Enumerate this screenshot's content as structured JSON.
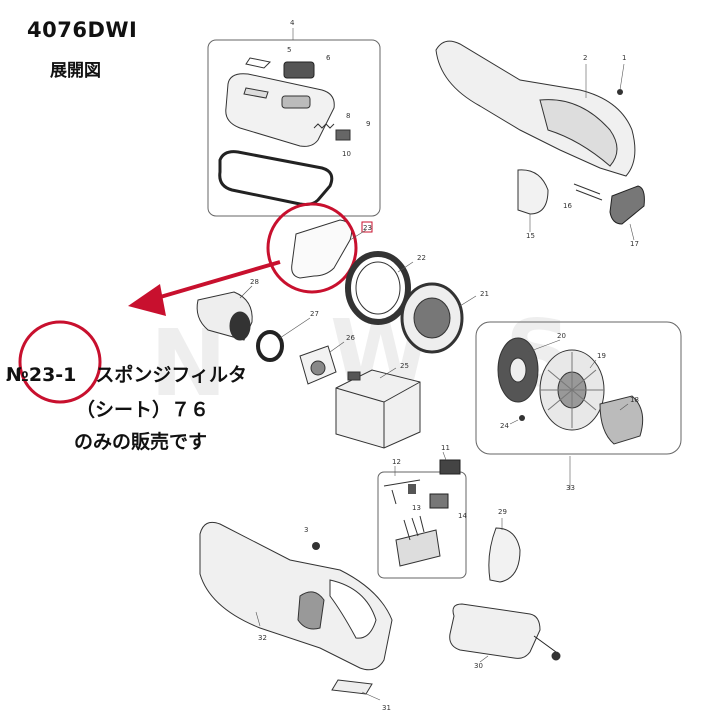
{
  "header": {
    "model": "4076DWI",
    "subtitle": "展開図"
  },
  "note": {
    "line1": "№23-1　スポンジフィルタ",
    "line2": "（シート）７６",
    "line3": "のみの販売です"
  },
  "watermark": {
    "letters": [
      "N",
      "W",
      "S"
    ]
  },
  "part_numbers": [
    "1",
    "2",
    "3",
    "4",
    "5",
    "6",
    "8",
    "9",
    "10",
    "11",
    "12",
    "13",
    "14",
    "15",
    "16",
    "17",
    "18",
    "19",
    "20",
    "21",
    "22",
    "23",
    "24",
    "25",
    "26",
    "27",
    "28",
    "29",
    "30",
    "31",
    "32",
    "33"
  ],
  "colors": {
    "highlight": "#c8102e",
    "line": "#444444"
  }
}
